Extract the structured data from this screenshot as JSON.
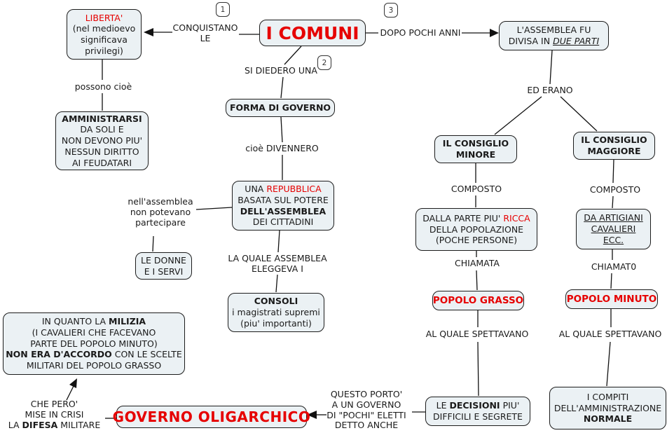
{
  "palette": {
    "background": "#ffffff",
    "box_fill": "#ebf1f4",
    "box_border": "#1c1c1c",
    "accent_red": "#e60000",
    "text": "#1a1a1a"
  },
  "markers": {
    "one": "1",
    "two": "2",
    "three": "3"
  },
  "nodes": {
    "comuni": {
      "label": "I COMUNI"
    },
    "liberta": {
      "title": "LIBERTA'",
      "line1": "(nel medioevo",
      "line2": "significava",
      "line3": "privilegi)"
    },
    "assemblea_divisa": {
      "line1": "L'ASSEMBLEA FU",
      "line2_pre": "DIVISA IN ",
      "line2_em": "DUE PARTI"
    },
    "amministrarsi": {
      "bold": "AMMINISTRARSI",
      "line2": "DA SOLI E",
      "line3": "NON DEVONO PIU'",
      "line4": "NESSUN DIRITTO",
      "line5": "AI FEUDATARI"
    },
    "forma_governo": {
      "label": "FORMA DI GOVERNO"
    },
    "repubblica": {
      "l1a": "UNA ",
      "l1b": "REPUBBLICA",
      "l2": "BASATA SUL POTERE",
      "l3": "DELL'ASSEMBLEA",
      "l4": "DEI CITTADINI"
    },
    "donne_servi": {
      "line1": "LE DONNE",
      "line2": "E I SERVI"
    },
    "consoli": {
      "title": "CONSOLI",
      "line2": "i magistrati supremi",
      "line3": "(piu' importanti)"
    },
    "consiglio_minore": {
      "line1": "IL CONSIGLIO",
      "line2": "MINORE"
    },
    "consiglio_maggiore": {
      "line1": "IL CONSIGLIO",
      "line2": "MAGGIORE"
    },
    "parte_ricca": {
      "l1a": "DALLA PARTE PIU' ",
      "l1b": "RICCA",
      "l2": "DELLA POPOLAZIONE",
      "l3": "(POCHE PERSONE)"
    },
    "artigiani": {
      "line1": "DA ARTIGIANI",
      "line2": "CAVALIERI",
      "line3": "ECC."
    },
    "popolo_grasso": {
      "label": "POPOLO GRASSO"
    },
    "popolo_minuto": {
      "label": "POPOLO MINUTO"
    },
    "milizia": {
      "l1a": "IN QUANTO LA ",
      "l1b": "MILIZIA",
      "l2": "(I CAVALIERI CHE FACEVANO",
      "l3": "PARTE DEL POPOLO MINUTO)",
      "l4a": "NON ERA D'ACCORDO",
      "l4b": " CON LE SCELTE",
      "l5": "MILITARI DEL POPOLO GRASSO"
    },
    "governo_oligarchico": {
      "label": "GOVERNO OLIGARCHICO"
    },
    "decisioni": {
      "l1a": "LE ",
      "l1b": "DECISIONI",
      "l1c": " PIU'",
      "l2": "DIFFICILI E SEGRETE"
    },
    "compiti": {
      "l1": "I COMPITI",
      "l2": "DELL'AMMINISTRAZIONE",
      "l3": "NORMALE"
    }
  },
  "links": {
    "conquistano": {
      "line1": "CONQUISTANO",
      "line2": "LE"
    },
    "dopo_pochi_anni": "DOPO POCHI ANNI",
    "si_diedero": "SI DIEDERO UNA",
    "possono_cioe": "possono cioè",
    "cioe_divennero": "cioè DIVENNERO",
    "ed_erano": "ED ERANO",
    "nell_assemblea": {
      "line1": "nell'assemblea",
      "line2": "non potevano",
      "line3": "partecipare"
    },
    "la_quale": {
      "line1": "LA QUALE ASSEMBLEA",
      "line2": "ELEGGEVA I"
    },
    "composto_left": "COMPOSTO",
    "composto_right": "COMPOSTO",
    "chiamata": "CHIAMATA",
    "chiamato": "CHIAMAT0",
    "al_quale_left": "AL QUALE SPETTAVANO",
    "al_quale_right": "AL QUALE SPETTAVANO",
    "che_pero": {
      "l1": "CHE PERO'",
      "l2": "MISE IN CRISI",
      "l3a": "LA ",
      "l3b": "DIFESA",
      "l3c": " MILITARE"
    },
    "questo_porto": {
      "l1": "QUESTO PORTO'",
      "l2": "A UN GOVERNO",
      "l3": "DI \"POCHI\" ELETTI",
      "l4": "DETTO ANCHE"
    }
  }
}
